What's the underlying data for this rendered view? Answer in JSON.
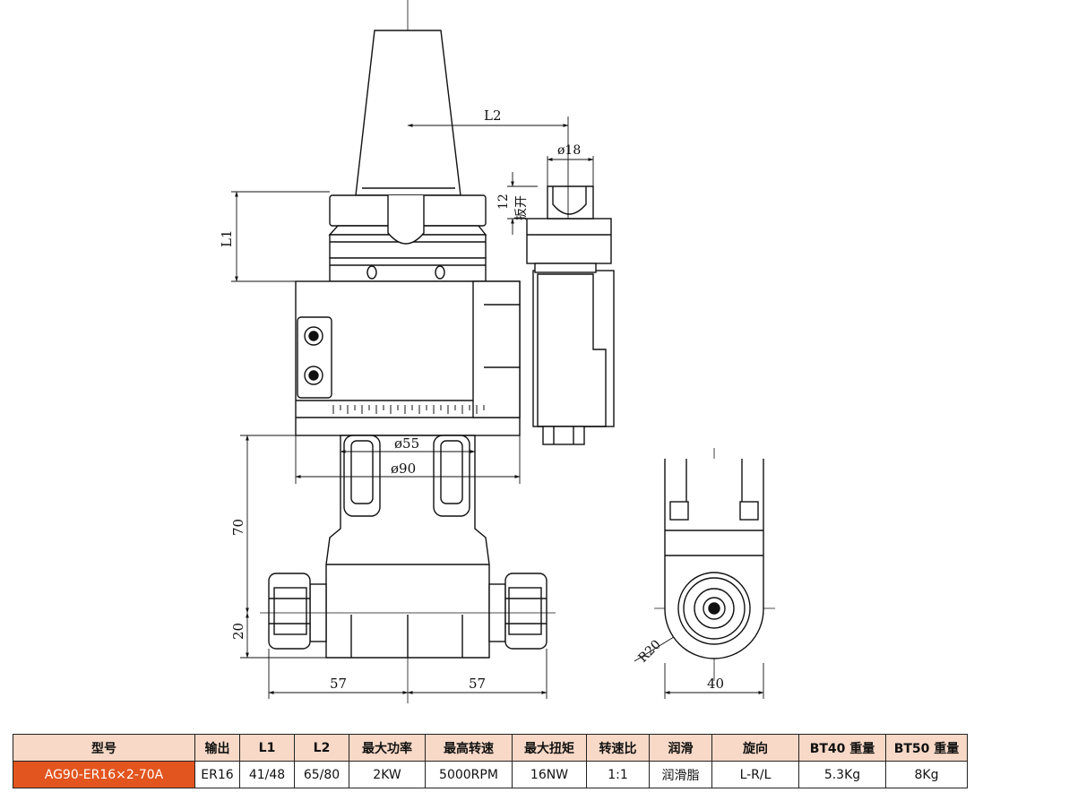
{
  "drawing": {
    "labels": {
      "L2": "L2",
      "L1": "L1",
      "d18": "ø18",
      "d12": "12",
      "wrench": "扳开",
      "d55": "ø55",
      "d90": "ø90",
      "d70": "70",
      "d20": "20",
      "d57_left": "57",
      "d57_right": "57",
      "d40": "40",
      "r20": "R20"
    }
  },
  "spec_table": {
    "headers": [
      "型号",
      "输出",
      "L1",
      "L2",
      "最大功率",
      "最高转速",
      "最大扭矩",
      "转速比",
      "润滑",
      "旋向",
      "BT40 重量",
      "BT50 重量"
    ],
    "row": [
      "AG90-ER16×2-70A",
      "ER16",
      "41/48",
      "65/80",
      "2KW",
      "5000RPM",
      "16NW",
      "1:1",
      "润滑脂",
      "L-R/L",
      "5.3Kg",
      "8Kg"
    ]
  },
  "colors": {
    "header_bg": "#f8d9c7",
    "model_bg": "#e2551f",
    "line": "#111111"
  }
}
